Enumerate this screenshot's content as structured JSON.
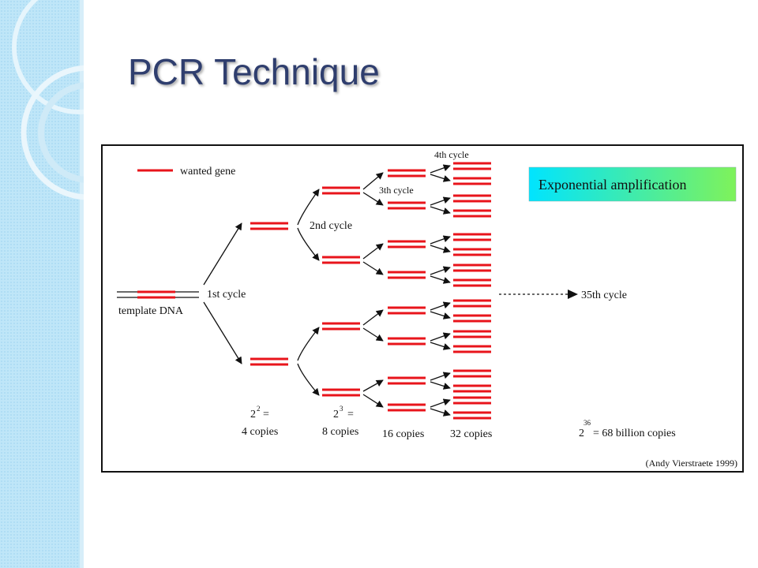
{
  "slide": {
    "title": "PCR Technique"
  },
  "legend": {
    "label": "wanted gene"
  },
  "badge": {
    "text": "Exponential amplification"
  },
  "labels": {
    "template": "template DNA",
    "cycle1": "1st cycle",
    "cycle2": "2nd cycle",
    "cycle3": "3th cycle",
    "cycle4": "4th cycle",
    "cycle35": "35th cycle"
  },
  "counts": {
    "c4_base": "2",
    "c4_exp": "2",
    "c4_eq": "=",
    "c4_text": "4 copies",
    "c8_base": "2",
    "c8_exp": "3",
    "c8_eq": "=",
    "c8_text": "8 copies",
    "c16_text": "16 copies",
    "c32_text": "32 copies",
    "final_base": "2",
    "final_exp": "36",
    "final_text": "= 68 billion copies"
  },
  "credit": "(Andy Vierstraete 1999)",
  "colors": {
    "gene": "#e8141b",
    "badge_left": "#00e4ff",
    "badge_right": "#7ff25a",
    "title": "#2f3e6e"
  }
}
